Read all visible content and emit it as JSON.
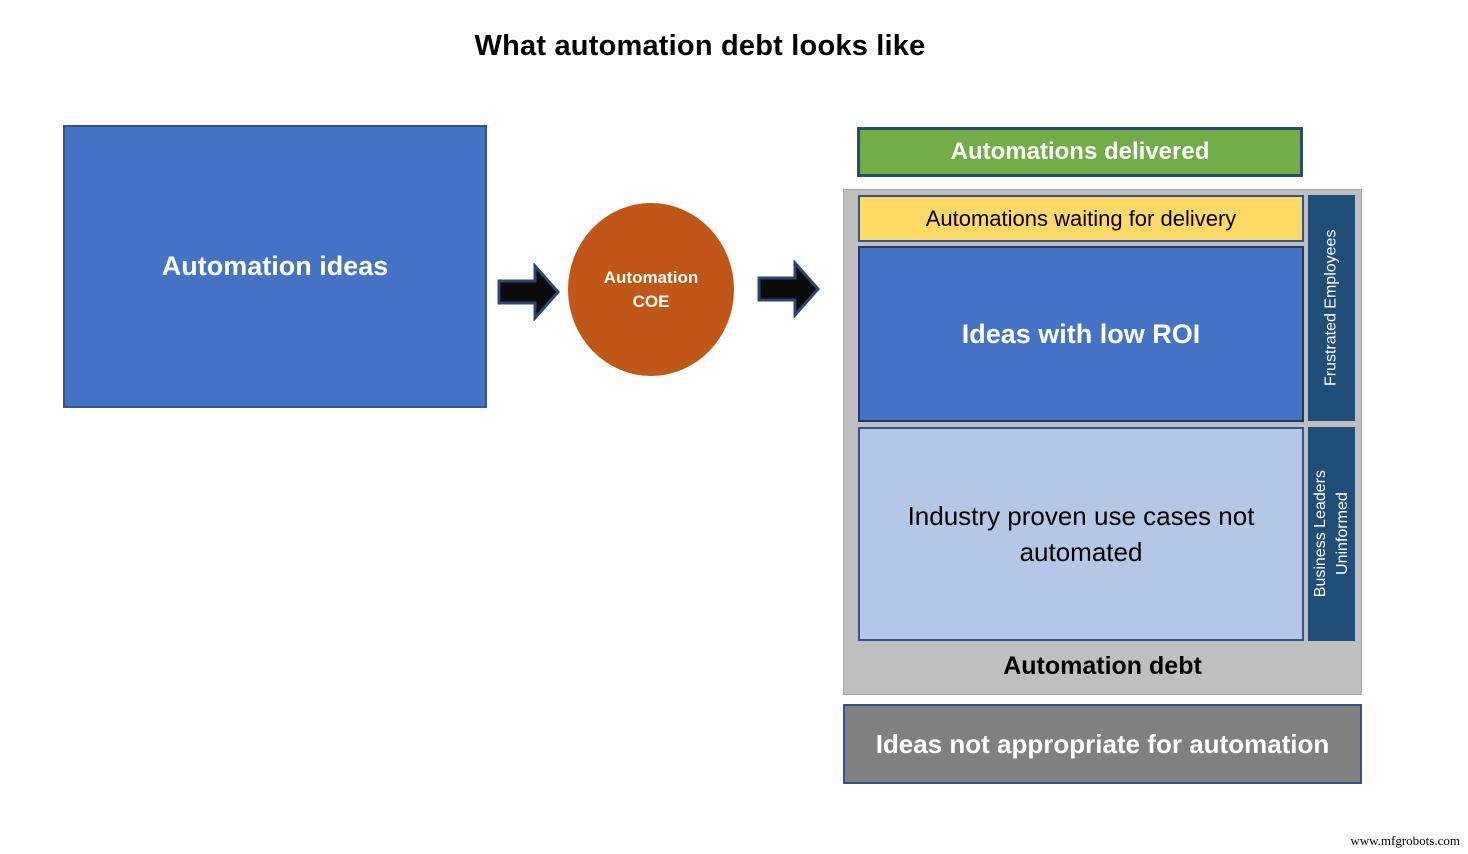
{
  "title": "What automation debt looks like",
  "left_box": {
    "label": "Automation ideas"
  },
  "coe_circle": {
    "line1": "Automation",
    "line2": "COE"
  },
  "delivered_box": {
    "label": "Automations delivered"
  },
  "debt_container": {
    "waiting_box": {
      "label": "Automations waiting for delivery"
    },
    "low_roi_box": {
      "label": "Ideas with low ROI"
    },
    "industry_box": {
      "label": "Industry proven use cases not automated"
    },
    "strip_frustrated": {
      "label": "Frustrated Employees"
    },
    "strip_business": {
      "line1": "Business Leaders",
      "line2": "Uninformed"
    },
    "debt_label": "Automation debt"
  },
  "not_appropriate_box": {
    "label": "Ideas not appropriate for automation"
  },
  "watermark": "www.mfgrobots.com",
  "colors": {
    "primary_blue": "#4472C4",
    "light_blue": "#B4C7E7",
    "navy_strip": "#1F4E79",
    "box_border_navy": "#31538F",
    "orange_circle": "#C05716",
    "green": "#70AD47",
    "yellow": "#FFD966",
    "container_gray": "#BFBFBF",
    "dark_gray": "#808080",
    "arrow_black": "#0B0B0B"
  }
}
